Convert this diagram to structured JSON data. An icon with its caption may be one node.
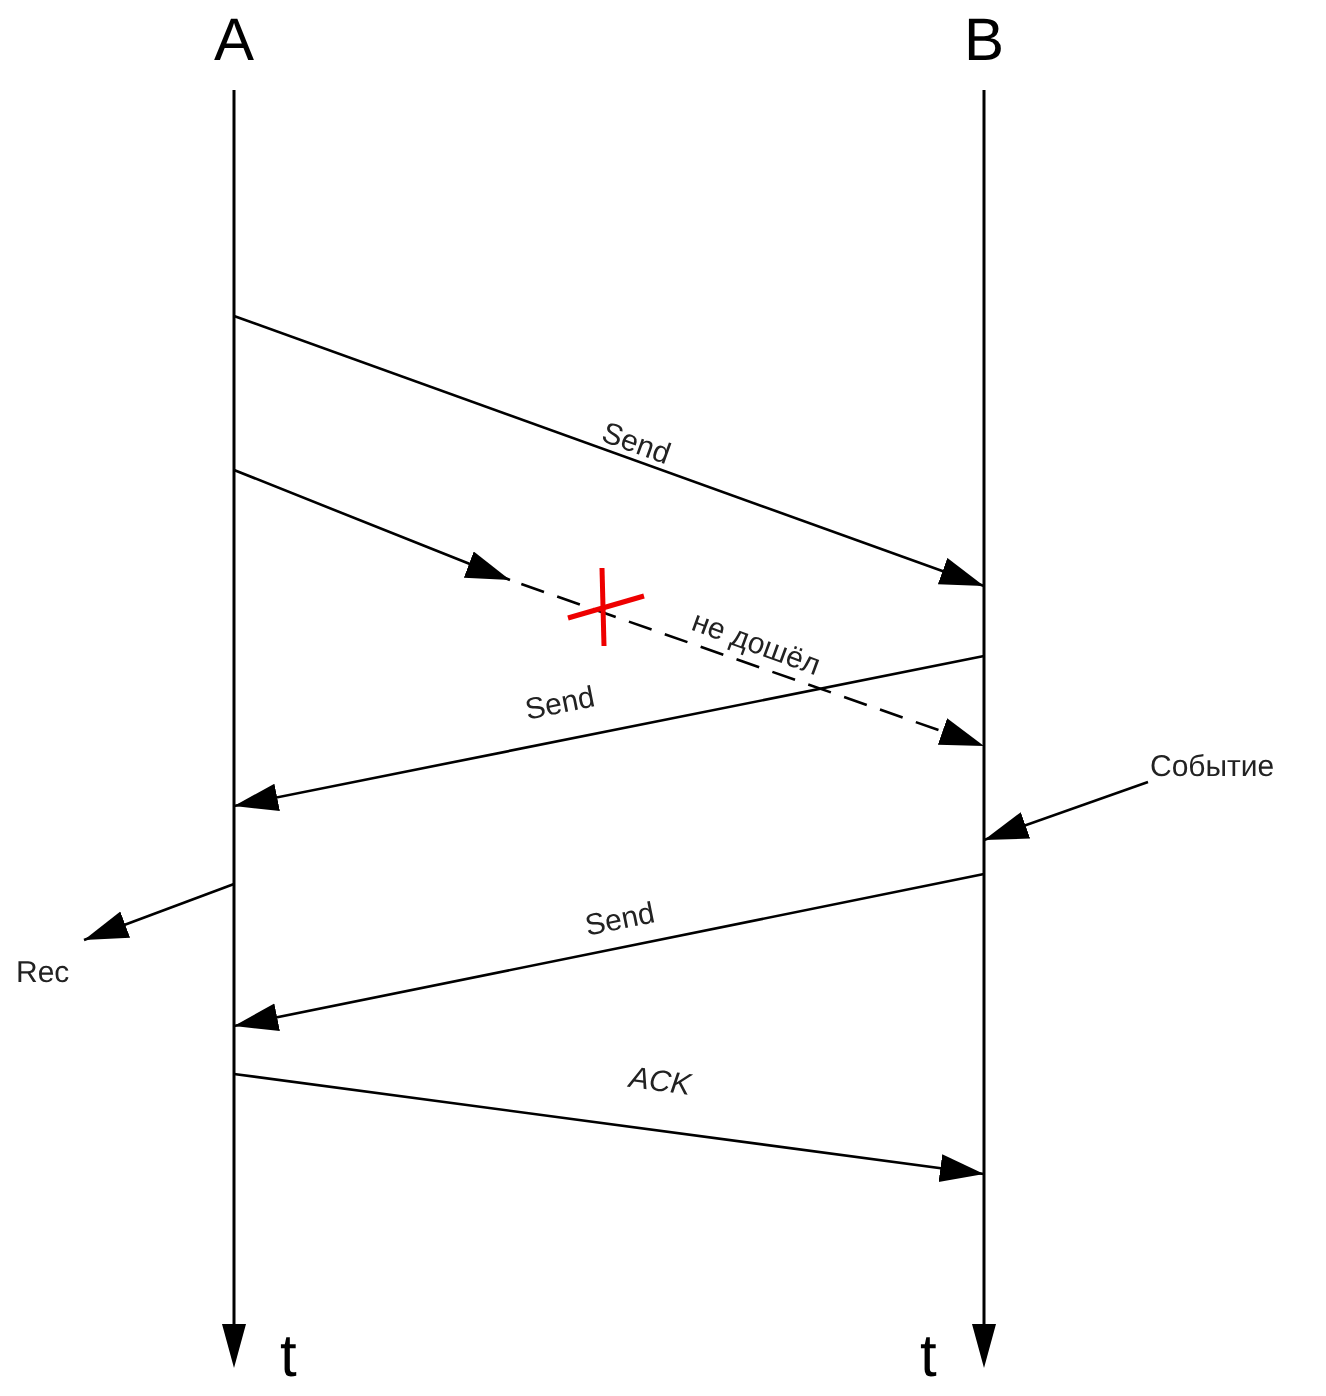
{
  "diagram": {
    "nodes": [
      {
        "text": [
          "A"
        ],
        "beside": [
          "t"
        ]
      },
      {
        "text": [
          "B"
        ],
        "beside": [
          "t"
        ]
      },
      {
        "text": [
          "Событие"
        ]
      },
      {
        "text": [
          "Rec"
        ]
      }
    ],
    "edges": [
      {
        "from": 0,
        "to": 1,
        "arrow": "to",
        "label": "Send"
      },
      {
        "from": 0,
        "to": 1,
        "arrow": "to",
        "label": "не дошёл",
        "style": "dashed"
      },
      {
        "from": 1,
        "to": 0,
        "arrow": "to",
        "label": "Send"
      },
      {
        "from": 2,
        "to": 1,
        "arrow": "to"
      },
      {
        "from": 0,
        "to": 3,
        "arrow": "to"
      },
      {
        "from": 1,
        "to": 0,
        "arrow": "to",
        "label": "Send"
      },
      {
        "from": 0,
        "to": 1,
        "arrow": "to",
        "label": "ACK"
      }
    ]
  }
}
